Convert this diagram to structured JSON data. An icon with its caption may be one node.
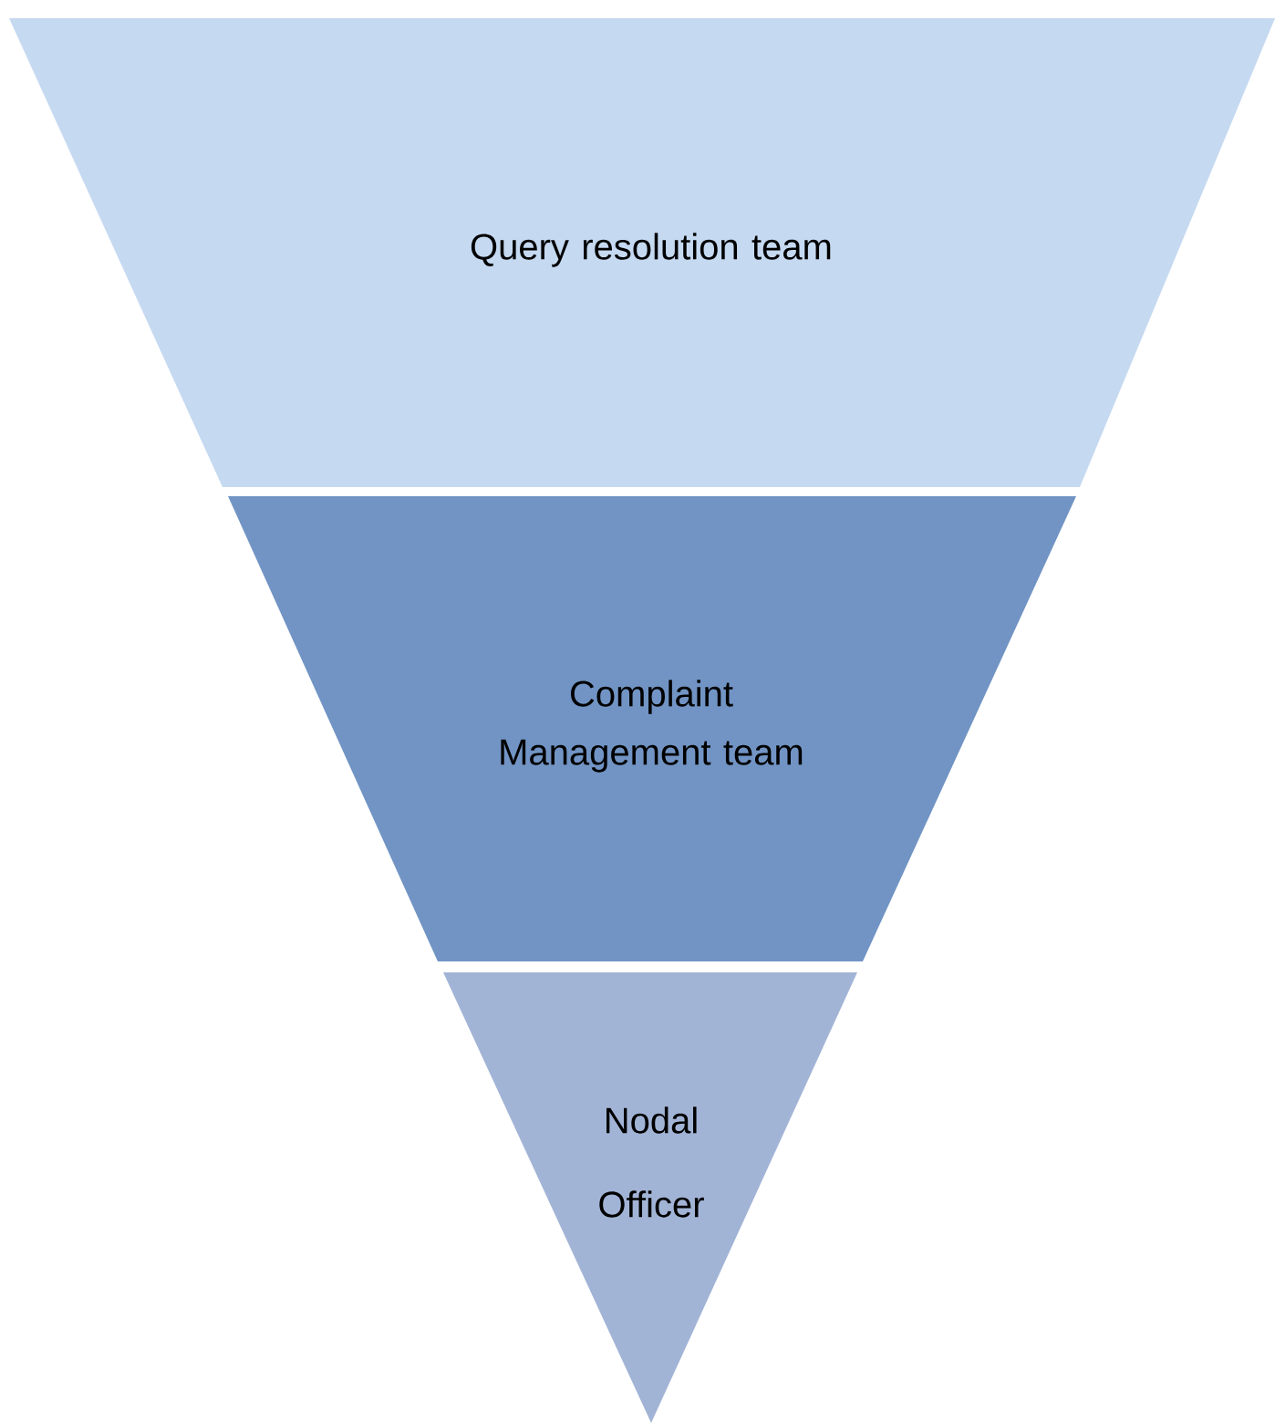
{
  "diagram": {
    "nodes": [
      {
        "text": [
          "Query resolution team"
        ]
      },
      {
        "text": [
          "Complaint Management team"
        ]
      },
      {
        "text": [
          "Nodal Officer"
        ]
      }
    ]
  }
}
